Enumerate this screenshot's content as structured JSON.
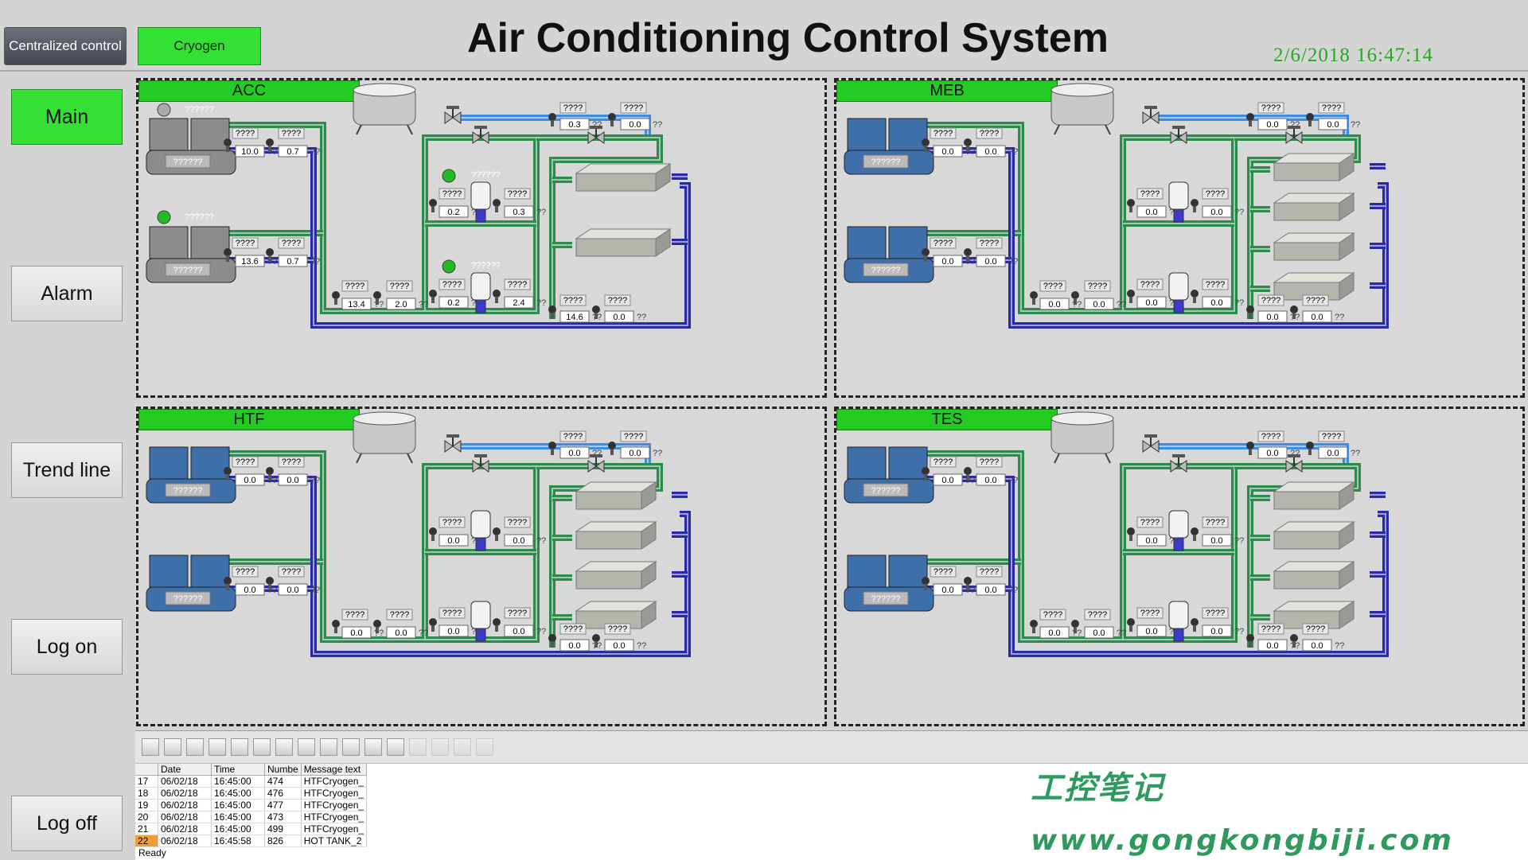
{
  "header": {
    "btn_central": "Centralized control",
    "btn_cryogen": "Cryogen",
    "title": "Air Conditioning Control System",
    "datetime": "2/6/2018  16:47:14"
  },
  "sidebar": [
    {
      "label": "Main",
      "active": true
    },
    {
      "label": "Alarm",
      "active": false
    },
    {
      "label": "Trend line",
      "active": false
    },
    {
      "label": "Log on",
      "active": false
    },
    {
      "label": "Log off",
      "active": false
    }
  ],
  "panels": [
    {
      "id": "ACC",
      "title": "ACC",
      "chiller_color": "gray",
      "chiller_tag": "??????",
      "status_label": "??????",
      "chiller_status": [
        "#aaaaaa",
        "#22bb22"
      ],
      "pump_status": [
        "#22bb22",
        "#22bb22"
      ],
      "ahu_count": 2,
      "chiller_vals": [
        [
          "10.0",
          "0.7"
        ],
        [
          "13.6",
          "0.7"
        ]
      ],
      "pump_vals": [
        [
          "0.2",
          "0.3"
        ],
        [
          "0.2",
          "2.4"
        ]
      ],
      "top_vals": [
        "0.3",
        "0.0"
      ],
      "bottom_left": [
        "13.4",
        "2.0"
      ],
      "bottom_right": [
        "14.6",
        "0.0"
      ]
    },
    {
      "id": "MEB",
      "title": "MEB",
      "chiller_color": "blue",
      "chiller_tag": "??????",
      "status_label": "",
      "chiller_status": [],
      "pump_status": [],
      "ahu_count": 4,
      "chiller_vals": [
        [
          "0.0",
          "0.0"
        ],
        [
          "0.0",
          "0.0"
        ]
      ],
      "pump_vals": [
        [
          "0.0",
          "0.0"
        ],
        [
          "0.0",
          "0.0"
        ]
      ],
      "top_vals": [
        "0.0",
        "0.0"
      ],
      "bottom_left": [
        "0.0",
        "0.0"
      ],
      "bottom_right": [
        "0.0",
        "0.0"
      ]
    },
    {
      "id": "HTF",
      "title": "HTF",
      "chiller_color": "blue",
      "chiller_tag": "??????",
      "status_label": "",
      "chiller_status": [],
      "pump_status": [],
      "ahu_count": 4,
      "chiller_vals": [
        [
          "0.0",
          "0.0"
        ],
        [
          "0.0",
          "0.0"
        ]
      ],
      "pump_vals": [
        [
          "0.0",
          "0.0"
        ],
        [
          "0.0",
          "0.0"
        ]
      ],
      "top_vals": [
        "0.0",
        "0.0"
      ],
      "bottom_left": [
        "0.0",
        "0.0"
      ],
      "bottom_right": [
        "0.0",
        "0.0"
      ]
    },
    {
      "id": "TES",
      "title": "TES",
      "chiller_color": "blue",
      "chiller_tag": "??????",
      "status_label": "",
      "chiller_status": [],
      "pump_status": [],
      "ahu_count": 4,
      "chiller_vals": [
        [
          "0.0",
          "0.0"
        ],
        [
          "0.0",
          "0.0"
        ]
      ],
      "pump_vals": [
        [
          "0.0",
          "0.0"
        ],
        [
          "0.0",
          "0.0"
        ]
      ],
      "top_vals": [
        "0.0",
        "0.0"
      ],
      "bottom_left": [
        "0.0",
        "0.0"
      ],
      "bottom_right": [
        "0.0",
        "0.0"
      ]
    }
  ],
  "tag_placeholder": "????",
  "unit_placeholder": "??",
  "colors": {
    "supply_pipe": "#2e8b4e",
    "return_pipe": "#2a2aa8",
    "water_pipe": "#3a8ee6",
    "chiller_gray": "#8c8c8c",
    "chiller_blue": "#3f6fa8",
    "active_green": "#33e033"
  },
  "log": {
    "columns": [
      "",
      "Date",
      "Time",
      "Numbe",
      "Message text"
    ],
    "rows": [
      [
        "17",
        "06/02/18",
        "16:45:00",
        "474",
        "HTFCryogen_"
      ],
      [
        "18",
        "06/02/18",
        "16:45:00",
        "476",
        "HTFCryogen_"
      ],
      [
        "19",
        "06/02/18",
        "16:45:00",
        "477",
        "HTFCryogen_"
      ],
      [
        "20",
        "06/02/18",
        "16:45:00",
        "473",
        "HTFCryogen_"
      ],
      [
        "21",
        "06/02/18",
        "16:45:00",
        "499",
        "HTFCryogen_"
      ],
      [
        "22",
        "06/02/18",
        "16:45:58",
        "826",
        "HOT TANK_2"
      ]
    ],
    "selected_row": 5,
    "status": "Ready"
  },
  "watermark": {
    "line1": "工控笔记",
    "line2": "www.gongkongbiji.com"
  }
}
